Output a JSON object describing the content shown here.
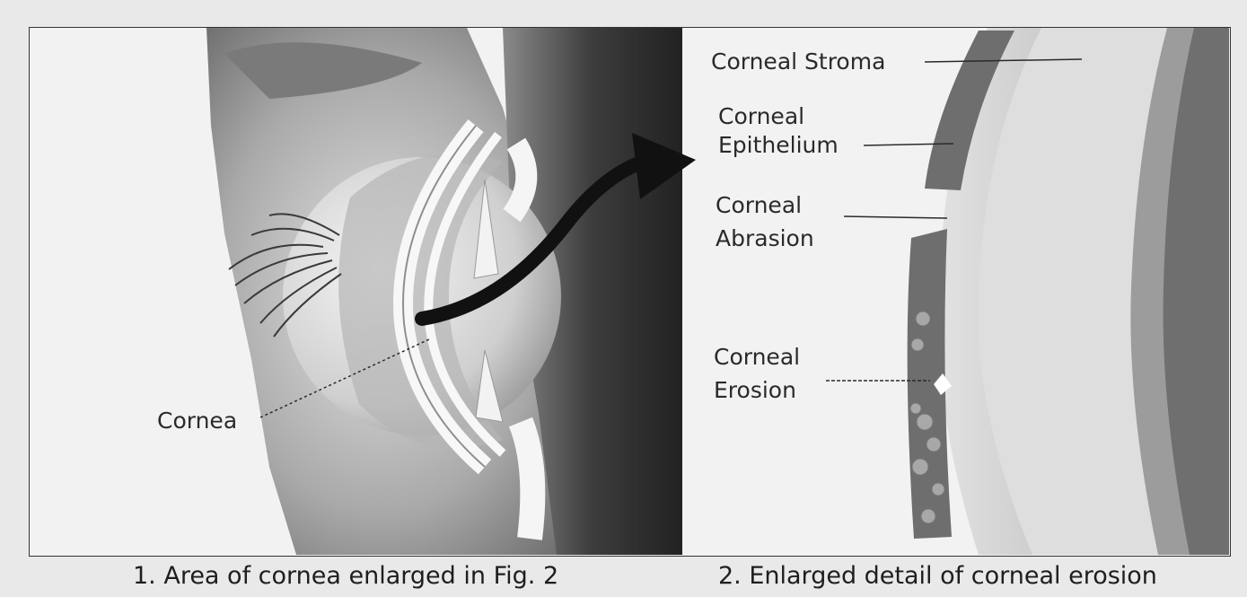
{
  "labels": {
    "cornea": "Cornea",
    "stroma": "Corneal Stroma",
    "epithelium_1": "Corneal",
    "epithelium_2": "Epithelium",
    "abrasion_1": "Corneal",
    "abrasion_2": "Abrasion",
    "erosion_1": "Corneal",
    "erosion_2": "Erosion"
  },
  "captions": {
    "fig1": "1. Area of cornea enlarged in Fig. 2",
    "fig2": "2. Enlarged detail of corneal erosion"
  },
  "colors": {
    "background": "#e9e9e9",
    "panel": "#f2f2f2",
    "ink": "#2a2a2a",
    "arrow": "#111111"
  }
}
